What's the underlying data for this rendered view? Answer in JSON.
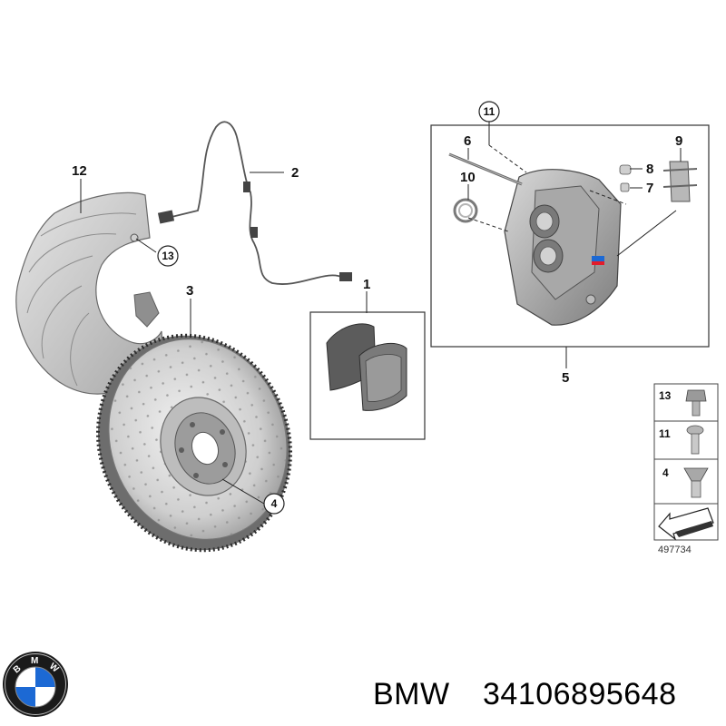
{
  "callouts": {
    "c1": "1",
    "c2": "2",
    "c3": "3",
    "c4": "4",
    "c5": "5",
    "c6": "6",
    "c7": "7",
    "c8": "8",
    "c9": "9",
    "c10": "10",
    "c11": "11",
    "c12": "12",
    "c13": "13"
  },
  "legend": {
    "item13": "13",
    "item11": "11",
    "item4": "4"
  },
  "diagram_ref": "497734",
  "logo": {
    "letters": [
      "B",
      "M",
      "W"
    ],
    "colors": {
      "blue": "#1c69d4",
      "white": "#ffffff",
      "ring": "#1a1a1a"
    }
  },
  "brand": "BMW",
  "part_number": "34106895648"
}
